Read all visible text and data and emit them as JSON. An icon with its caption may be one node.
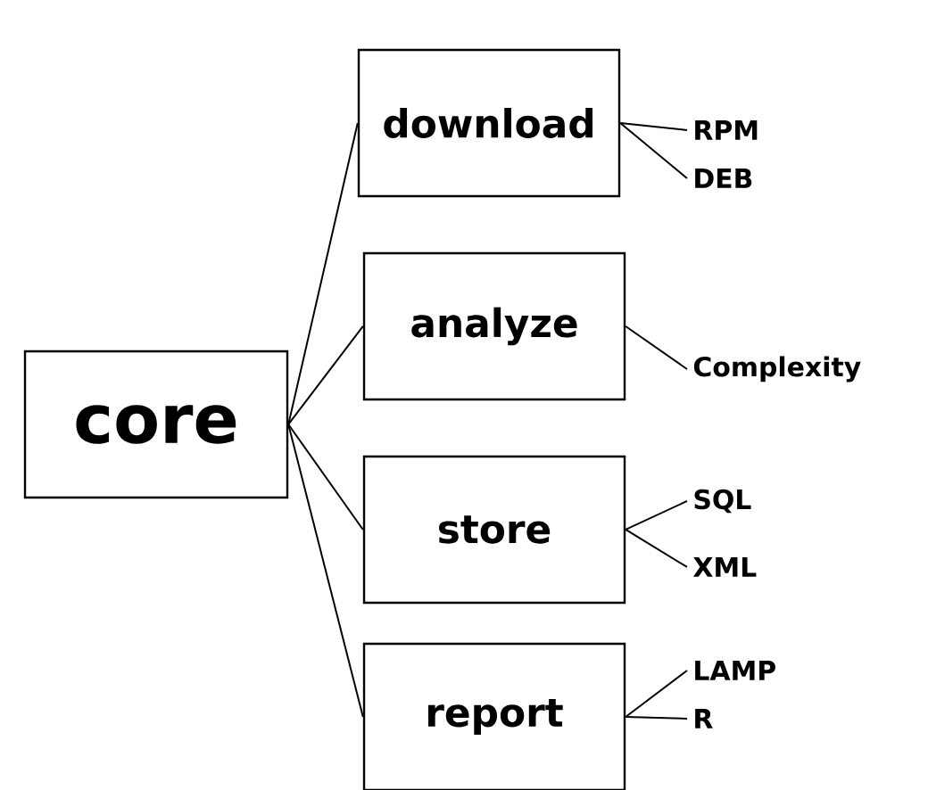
{
  "diagram": {
    "nodes": [
      {
        "text": [
          "core"
        ]
      },
      {
        "text": [
          "download"
        ]
      },
      {
        "text": [
          "RPM"
        ]
      },
      {
        "text": [
          "DEB"
        ]
      },
      {
        "text": [
          "analyze"
        ]
      },
      {
        "text": [
          "Complexity"
        ]
      },
      {
        "text": [
          "store"
        ]
      },
      {
        "text": [
          "SQL"
        ]
      },
      {
        "text": [
          "XML"
        ]
      },
      {
        "text": [
          "report"
        ]
      },
      {
        "text": [
          "LAMP"
        ]
      },
      {
        "text": [
          "R"
        ]
      }
    ],
    "edges": [
      {
        "from": 0,
        "to": 1,
        "arrow": "none"
      },
      {
        "from": 0,
        "to": 4,
        "arrow": "none"
      },
      {
        "from": 0,
        "to": 6,
        "arrow": "none"
      },
      {
        "from": 0,
        "to": 9,
        "arrow": "none"
      },
      {
        "from": 1,
        "to": 2,
        "arrow": "none"
      },
      {
        "from": 1,
        "to": 3,
        "arrow": "none"
      },
      {
        "from": 4,
        "to": 5,
        "arrow": "none"
      },
      {
        "from": 6,
        "to": 7,
        "arrow": "none"
      },
      {
        "from": 6,
        "to": 8,
        "arrow": "none"
      },
      {
        "from": 9,
        "to": 10,
        "arrow": "none"
      },
      {
        "from": 9,
        "to": 11,
        "arrow": "none"
      }
    ]
  }
}
